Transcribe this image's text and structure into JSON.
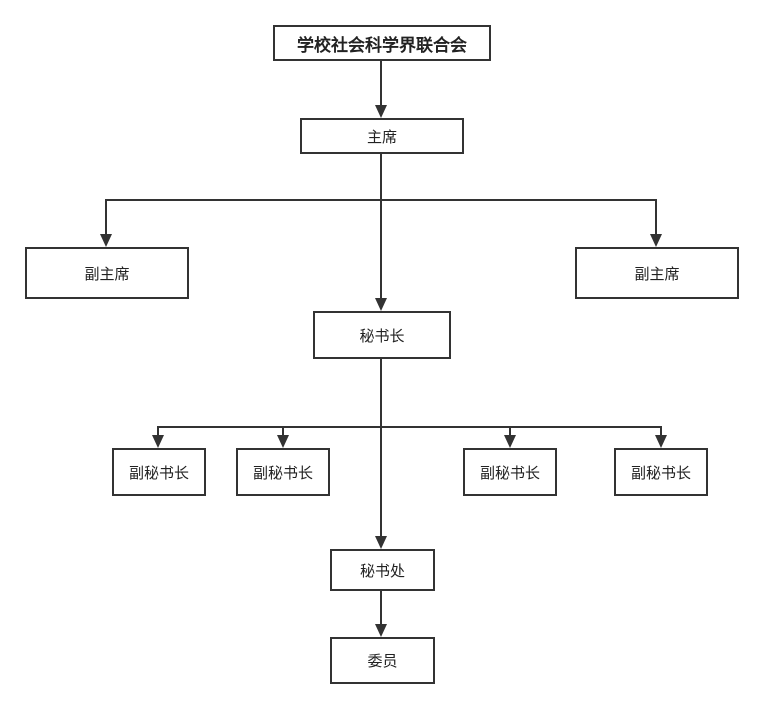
{
  "nodes": {
    "root": "学校社会科学界联合会",
    "chair": "主席",
    "vice_chair_left": "副主席",
    "vice_chair_right": "副主席",
    "secretary_general": "秘书长",
    "deputy_sg": [
      "副秘书长",
      "副秘书长",
      "副秘书长",
      "副秘书长"
    ],
    "secretariat": "秘书处",
    "members": "委员"
  },
  "colors": {
    "line": "#333333",
    "border": "#333333"
  }
}
